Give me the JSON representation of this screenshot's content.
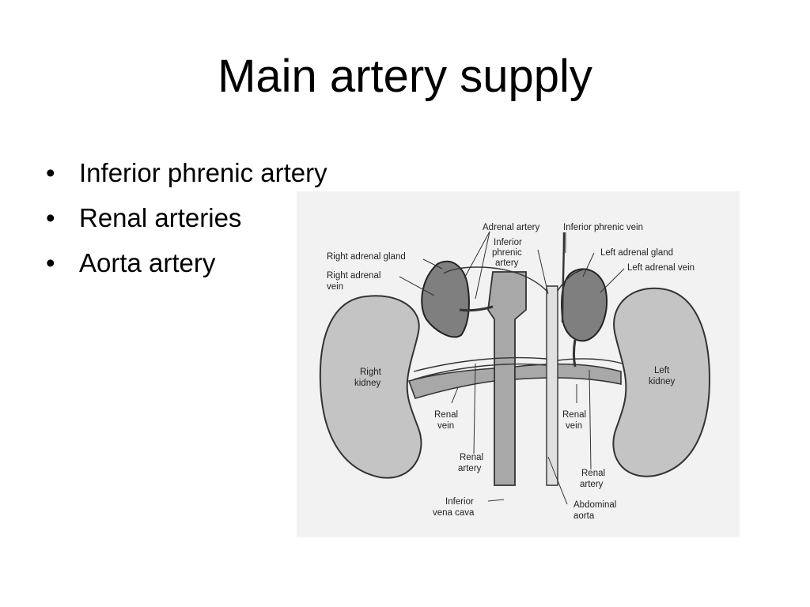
{
  "slide": {
    "title": "Main artery supply"
  },
  "bullets": [
    "Inferior phrenic artery",
    "Renal arteries",
    "Aorta artery"
  ],
  "diagram": {
    "labels": {
      "adrenal_artery": "Adrenal artery",
      "inferior_phrenic_vein": "Inferior phrenic vein",
      "inferior_phrenic_artery": [
        "Inferior",
        "phrenic",
        "artery"
      ],
      "right_adrenal_gland": "Right adrenal gland",
      "left_adrenal_gland": "Left adrenal gland",
      "right_adrenal_vein": [
        "Right adrenal",
        "vein"
      ],
      "left_adrenal_vein": "Left adrenal vein",
      "right_kidney": [
        "Right",
        "kidney"
      ],
      "left_kidney": [
        "Left",
        "kidney"
      ],
      "renal_vein_right": [
        "Renal",
        "vein"
      ],
      "renal_vein_left": [
        "Renal",
        "vein"
      ],
      "renal_artery_right": [
        "Renal",
        "artery"
      ],
      "renal_artery_left": [
        "Renal",
        "artery"
      ],
      "inferior_vena_cava": [
        "Inferior",
        "vena cava"
      ],
      "abdominal_aorta": [
        "Abdominal",
        "aorta"
      ]
    },
    "colors": {
      "background": "#f2f2f2",
      "organ": "#c4c4c4",
      "gland": "#7f7f7f",
      "vessel": "#a8a8a8",
      "outline": "#333333"
    }
  }
}
